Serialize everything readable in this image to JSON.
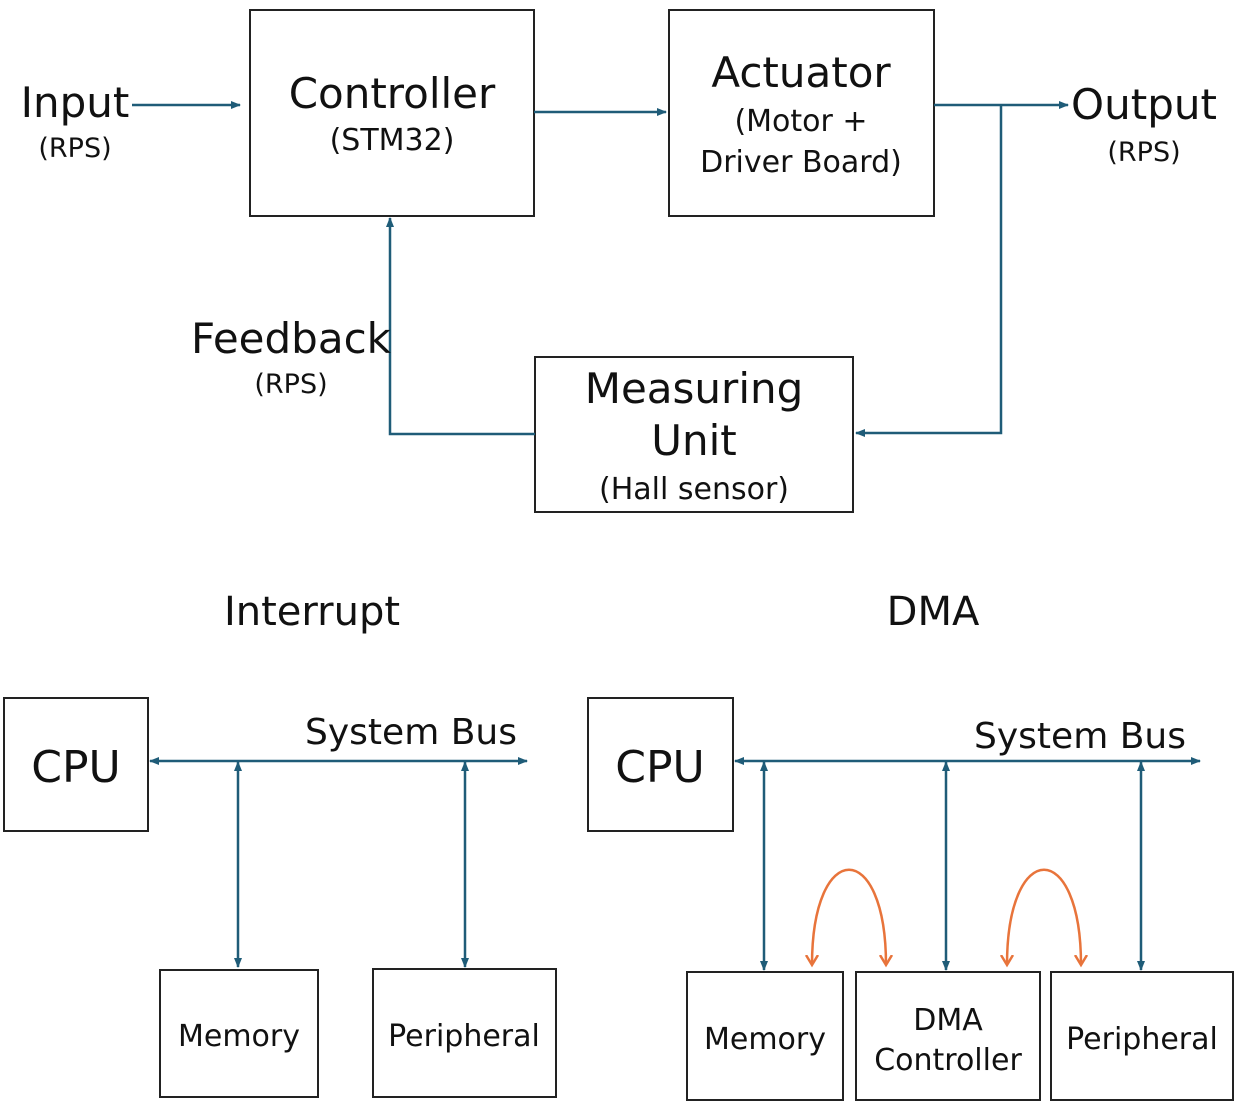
{
  "colors": {
    "line": "#1f5c78",
    "transfer": "#e8743b",
    "box_border": "#222222"
  },
  "control_loop": {
    "input": {
      "label": "Input",
      "unit": "(RPS)"
    },
    "controller": {
      "title": "Controller",
      "subtitle": "(STM32)"
    },
    "actuator": {
      "title": "Actuator",
      "line1": "(Motor +",
      "line2": "Driver Board)"
    },
    "output": {
      "label": "Output",
      "unit": "(RPS)"
    },
    "measuring": {
      "line1": "Measuring",
      "line2": "Unit",
      "subtitle": "(Hall sensor)"
    },
    "feedback": {
      "label": "Feedback",
      "unit": "(RPS)"
    }
  },
  "interrupt": {
    "title": "Interrupt",
    "cpu": "CPU",
    "bus_label": "System Bus",
    "memory": "Memory",
    "peripheral": "Peripheral"
  },
  "dma": {
    "title": "DMA",
    "cpu": "CPU",
    "bus_label": "System Bus",
    "memory": "Memory",
    "controller_line1": "DMA",
    "controller_line2": "Controller",
    "peripheral": "Peripheral"
  }
}
